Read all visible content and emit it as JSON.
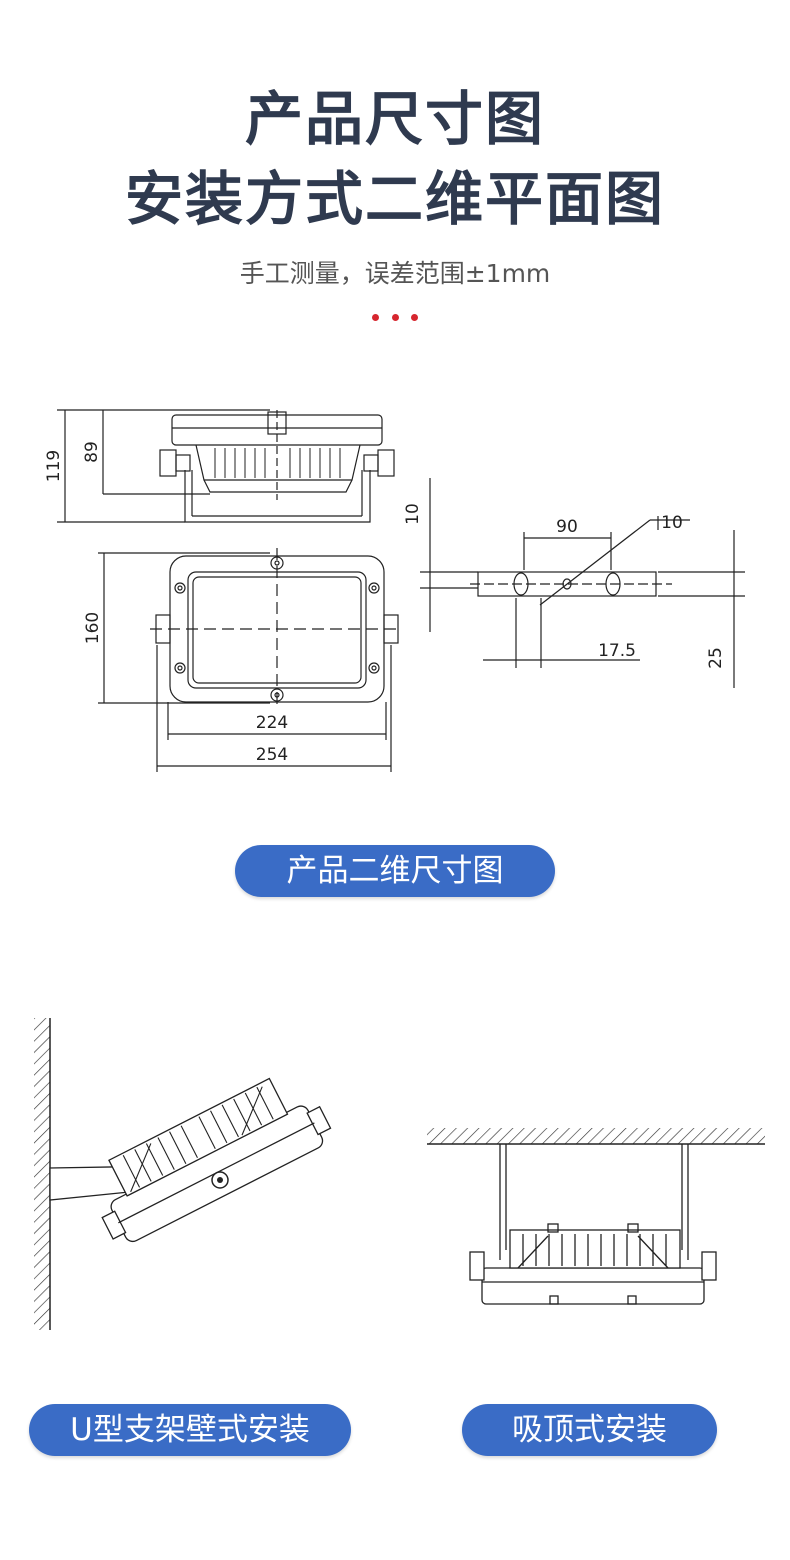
{
  "header": {
    "title_line1": "产品尺寸图",
    "title_line2": "安装方式二维平面图",
    "subtitle": "手工测量，误差范围±1mm"
  },
  "colors": {
    "accent_red": "#d6262e",
    "pill_blue": "#3a6cc6",
    "title": "#2f3a4f"
  },
  "dimensions": {
    "d119": "119",
    "d89": "89",
    "d160": "160",
    "d224": "224",
    "d254": "254",
    "d10_left": "10",
    "d90": "90",
    "d10_right": "10",
    "d17_5": "17.5",
    "d25": "25"
  },
  "labels": {
    "product_dims": "产品二维尺寸图",
    "u_bracket_wall": "U型支架壁式安装",
    "ceiling_mount": "吸顶式安装"
  }
}
